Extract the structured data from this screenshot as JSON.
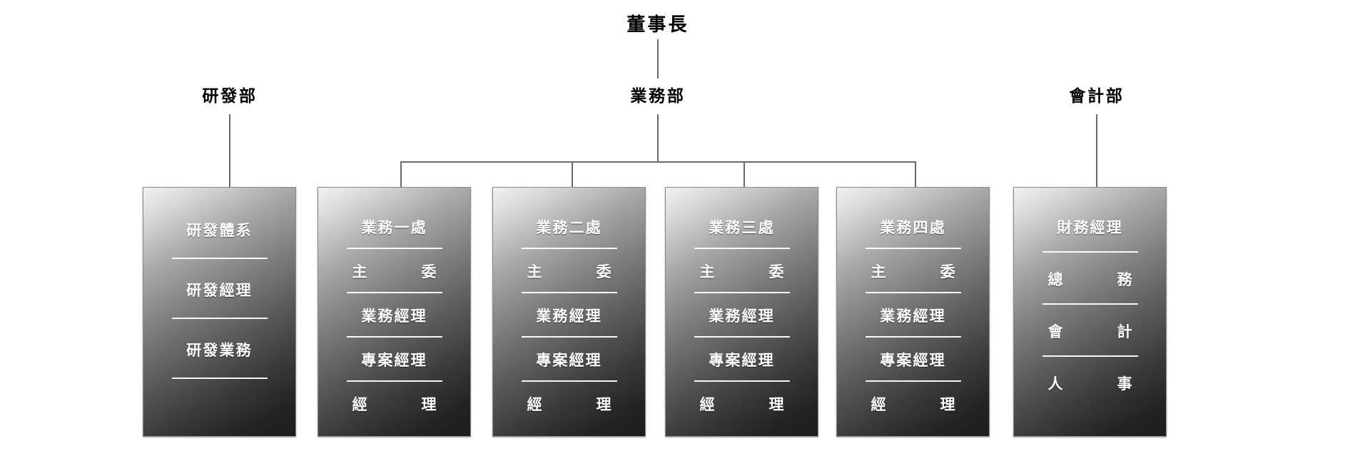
{
  "chart_data": {
    "type": "diagram",
    "title": "董事長",
    "diagram_kind": "organization-chart",
    "root": "董事長",
    "departments": [
      "研發部",
      "業務部",
      "會計部"
    ]
  },
  "org": {
    "root": {
      "label": "董事長"
    },
    "departments": [
      {
        "key": "rd",
        "label": "研發部"
      },
      {
        "key": "biz",
        "label": "業務部"
      },
      {
        "key": "acct",
        "label": "會計部"
      }
    ],
    "boxes": [
      {
        "key": "rd",
        "parent": "研發部",
        "rows": [
          {
            "text": "研發體系",
            "spread": false
          },
          {
            "text": "研發經理",
            "spread": false
          },
          {
            "text": "研發業務",
            "spread": false
          }
        ]
      },
      {
        "key": "b1",
        "parent": "業務部",
        "rows": [
          {
            "text": "業務一處",
            "spread": false
          },
          {
            "text": "主委",
            "spread": true,
            "a": "主",
            "b": "委"
          },
          {
            "text": "業務經理",
            "spread": false
          },
          {
            "text": "專案經理",
            "spread": false
          },
          {
            "text": "經理",
            "spread": true,
            "a": "經",
            "b": "理"
          }
        ]
      },
      {
        "key": "b2",
        "parent": "業務部",
        "rows": [
          {
            "text": "業務二處",
            "spread": false
          },
          {
            "text": "主委",
            "spread": true,
            "a": "主",
            "b": "委"
          },
          {
            "text": "業務經理",
            "spread": false
          },
          {
            "text": "專案經理",
            "spread": false
          },
          {
            "text": "經理",
            "spread": true,
            "a": "經",
            "b": "理"
          }
        ]
      },
      {
        "key": "b3",
        "parent": "業務部",
        "rows": [
          {
            "text": "業務三處",
            "spread": false
          },
          {
            "text": "主委",
            "spread": true,
            "a": "主",
            "b": "委"
          },
          {
            "text": "業務經理",
            "spread": false
          },
          {
            "text": "專案經理",
            "spread": false
          },
          {
            "text": "經理",
            "spread": true,
            "a": "經",
            "b": "理"
          }
        ]
      },
      {
        "key": "b4",
        "parent": "業務部",
        "rows": [
          {
            "text": "業務四處",
            "spread": false
          },
          {
            "text": "主委",
            "spread": true,
            "a": "主",
            "b": "委"
          },
          {
            "text": "業務經理",
            "spread": false
          },
          {
            "text": "專案經理",
            "spread": false
          },
          {
            "text": "經理",
            "spread": true,
            "a": "經",
            "b": "理"
          }
        ]
      },
      {
        "key": "acct",
        "parent": "會計部",
        "rows": [
          {
            "text": "財務經理",
            "spread": false
          },
          {
            "text": "總務",
            "spread": true,
            "a": "總",
            "b": "務"
          },
          {
            "text": "會計",
            "spread": true,
            "a": "會",
            "b": "計"
          },
          {
            "text": "人事",
            "spread": true,
            "a": "人",
            "b": "事"
          }
        ]
      }
    ]
  },
  "colors": {
    "connector": "#6a6a6a",
    "box_border": "#8a8a8a",
    "divider": "#ffffff",
    "row_text": "#ffffff",
    "label_text": "#000000",
    "background": "#ffffff"
  }
}
